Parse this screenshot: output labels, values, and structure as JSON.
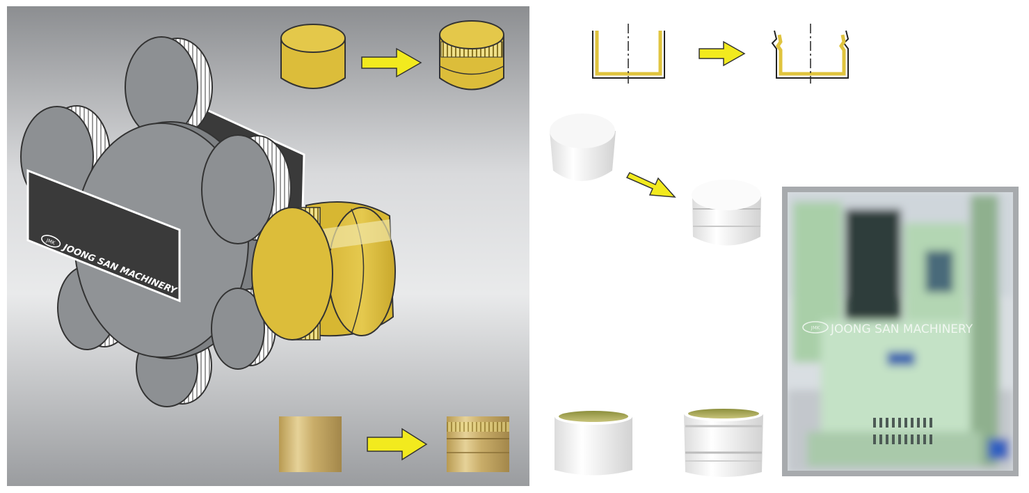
{
  "illustration": {
    "machine_brand_text": "JOONG SAN MACHINERY",
    "logo_text": "JMK"
  },
  "photo": {
    "watermark_text": "JOONG SAN MACHINERY",
    "logo_text": "JMK"
  },
  "colors": {
    "cap_gold": "#dcbd3a",
    "arrow_yellow": "#f2ea1e",
    "metal_grey": "#8f9295",
    "machine_green": "#c4e2c6",
    "panel_dark": "#3a3a3a"
  },
  "icons": [
    "arrow-right-icon",
    "cross-section-icon",
    "logo-mark-icon"
  ]
}
